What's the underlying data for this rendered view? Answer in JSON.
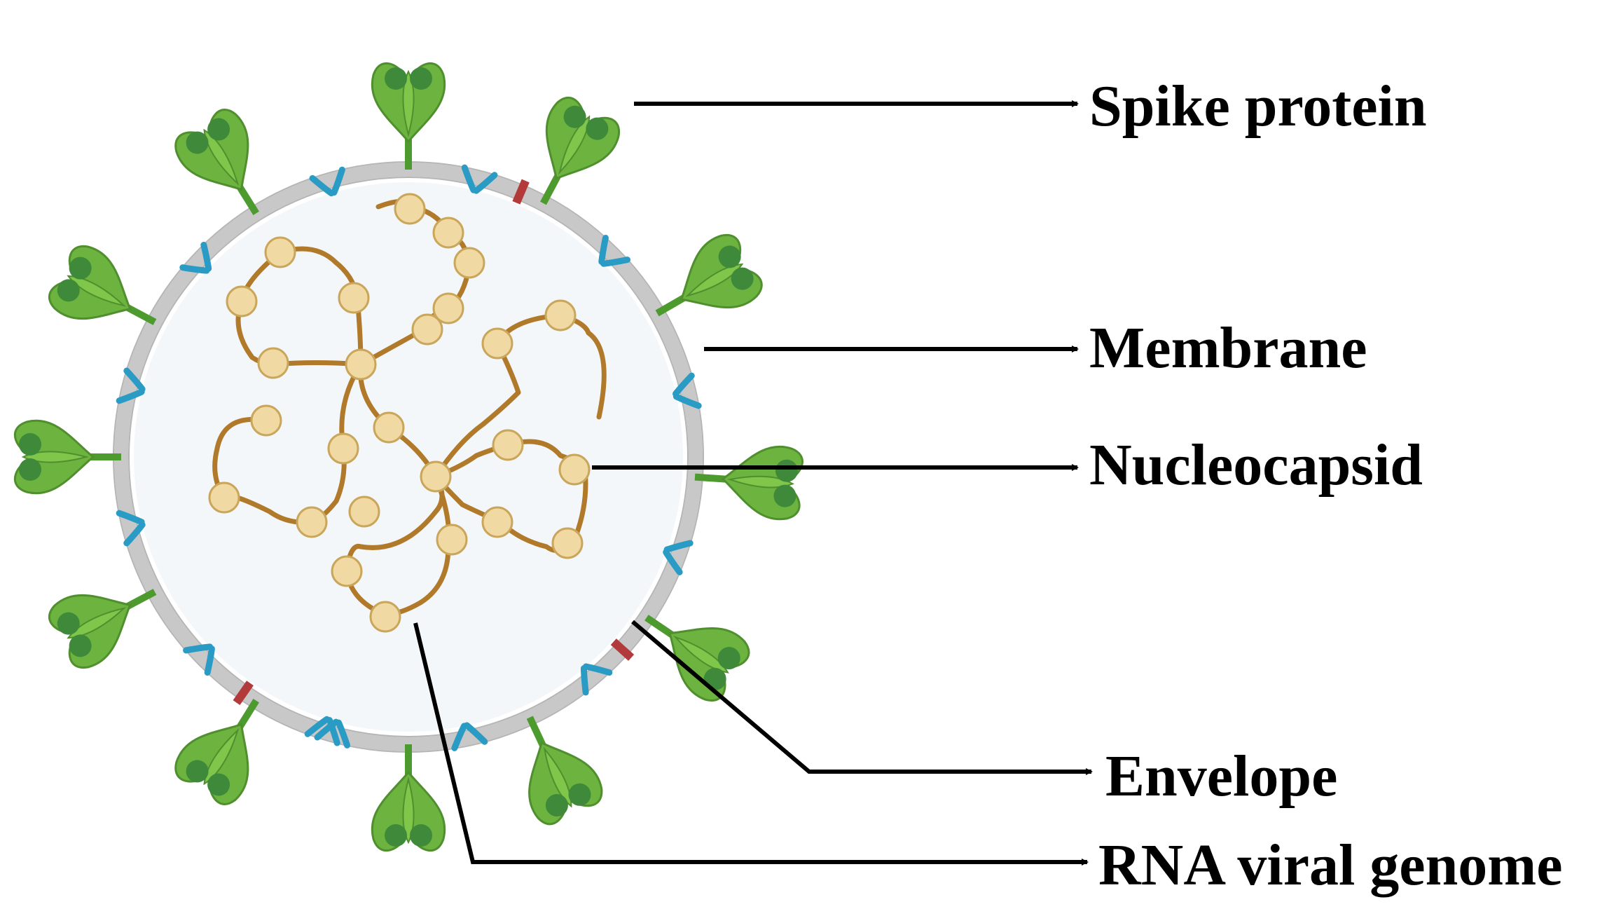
{
  "labels": {
    "spike_protein": "Spike protein",
    "membrane": "Membrane",
    "nucleocapsid": "Nucleocapsid",
    "envelope": "Envelope",
    "rna_viral_genome": "RNA viral genome"
  },
  "colors": {
    "membrane_ring": "#c8c8c8",
    "interior": "#f4f7fa",
    "spike_light": "#6db33f",
    "spike_dark": "#3f8a3a",
    "membrane_protein": "#2a9bc4",
    "envelope_protein": "#b23a3a",
    "rna_strand": "#b07a2a",
    "nucleocapsid_fill": "#f1d9a4",
    "nucleocapsid_stroke": "#c9a65a",
    "arrow": "#000000"
  }
}
